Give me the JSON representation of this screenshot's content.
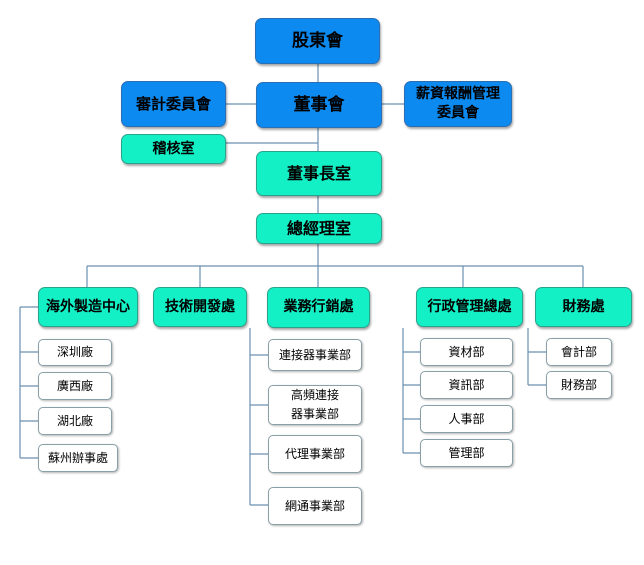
{
  "top": {
    "shareholders": "股東會",
    "board": "董事會",
    "audit_committee": "審計委員會",
    "compensation_committee": "薪資報酬管理委員會",
    "audit_office": "稽核室",
    "chairman_office": "董事長室",
    "gm_office": "總經理室"
  },
  "divisions": [
    {
      "name": "海外製造中心",
      "units": [
        "深圳廠",
        "廣西廠",
        "湖北廠",
        "蘇州辦事處"
      ]
    },
    {
      "name": "技術開發處",
      "units": []
    },
    {
      "name": "業務行銷處",
      "units": [
        "連接器事業部",
        "高頻連接器事業部",
        "代理事業部",
        "網通事業部"
      ]
    },
    {
      "name": "行政管理總處",
      "units": [
        "資材部",
        "資訊部",
        "人事部",
        "管理部"
      ]
    },
    {
      "name": "財務處",
      "units": [
        "會計部",
        "財務部"
      ]
    }
  ]
}
